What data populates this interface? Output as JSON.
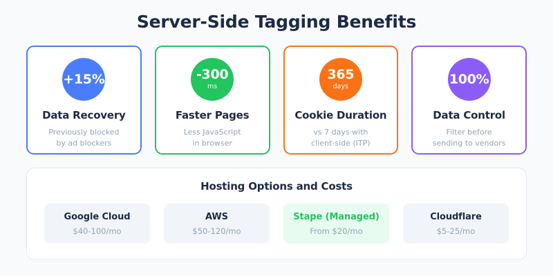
{
  "header": {
    "title": "Server-Side Tagging Benefits"
  },
  "benefits": [
    {
      "value": "+15%",
      "unit": "",
      "title": "Data Recovery",
      "sub_line1": "Previously blocked",
      "sub_line2": "by ad blockers",
      "color": "#4a7dfc"
    },
    {
      "value": "-300",
      "unit": "ms",
      "title": "Faster Pages",
      "sub_line1": "Less JavaScript",
      "sub_line2": "in browser",
      "color": "#22c55e"
    },
    {
      "value": "365",
      "unit": "days",
      "title": "Cookie Duration",
      "sub_line1": "vs 7 days with",
      "sub_line2": "client-side (ITP)",
      "color": "#f97316"
    },
    {
      "value": "100%",
      "unit": "",
      "title": "Data Control",
      "sub_line1": "Filter before",
      "sub_line2": "sending to vendors",
      "color": "#8b5cf6"
    }
  ],
  "hosting": {
    "title": "Hosting Options and Costs",
    "options": [
      {
        "name": "Google Cloud",
        "price": "$40-100/mo",
        "highlight": false
      },
      {
        "name": "AWS",
        "price": "$50-120/mo",
        "highlight": false
      },
      {
        "name": "Stape (Managed)",
        "price": "From $20/mo",
        "highlight": true
      },
      {
        "name": "Cloudflare",
        "price": "$5-25/mo",
        "highlight": false
      }
    ],
    "highlight_bg": "#e7fbf0",
    "highlight_color": "#22c55e"
  }
}
